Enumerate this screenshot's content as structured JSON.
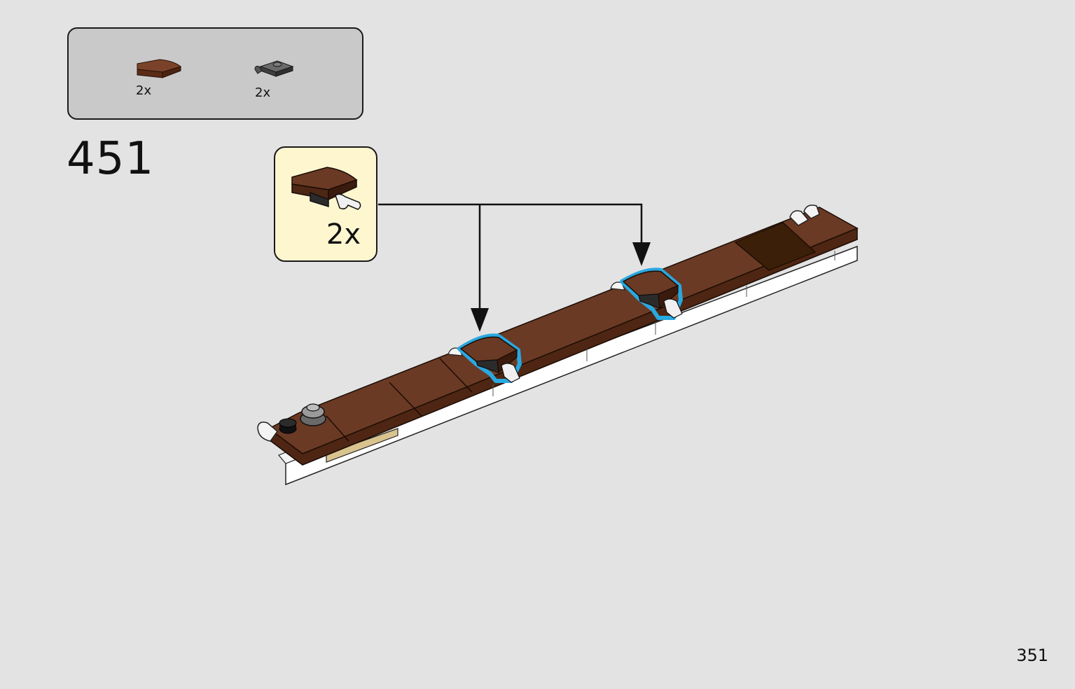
{
  "parts_list": {
    "items": [
      {
        "name": "brown curved slope",
        "quantity": "2x",
        "color": "#6b3a24"
      },
      {
        "name": "dark grey plate with clip",
        "quantity": "2x",
        "color": "#555555"
      }
    ]
  },
  "step": {
    "number": "451"
  },
  "callout": {
    "quantity": "2x",
    "background": "#fdf6cf"
  },
  "highlight_color": "#29a8e0",
  "page": {
    "number": "351"
  }
}
